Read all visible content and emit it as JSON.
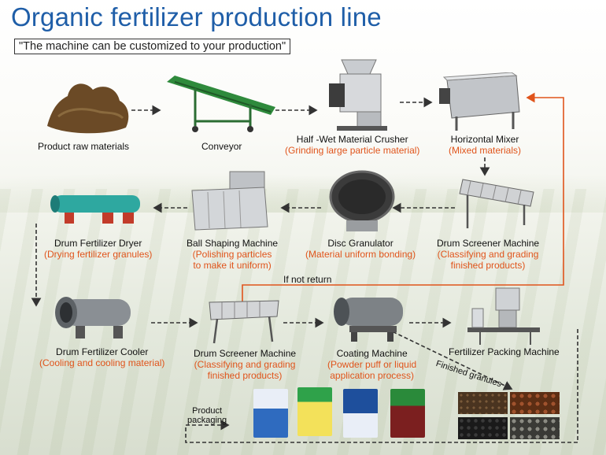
{
  "title": "Organic fertilizer production line",
  "subtitle": "\"The machine can be customized to your production\"",
  "steps": [
    {
      "name": "Product raw materials",
      "desc": ""
    },
    {
      "name": "Conveyor",
      "desc": ""
    },
    {
      "name": "Half -Wet Material Crusher",
      "desc": "(Grinding large particle material)"
    },
    {
      "name": "Horizontal Mixer",
      "desc": "(Mixed materials)"
    },
    {
      "name": "Drum Screener Machine",
      "desc": "(Classifying and grading",
      "desc2": "finished products)"
    },
    {
      "name": "Disc Granulator",
      "desc": "(Material uniform bonding)"
    },
    {
      "name": "Ball Shaping Machine",
      "desc": "(Polishing particles",
      "desc2": "to make it uniform)"
    },
    {
      "name": "Drum Fertilizer Dryer",
      "desc": "(Drying fertilizer granules)"
    },
    {
      "name": "Drum Fertilizer Cooler",
      "desc": "(Cooling and cooling material)"
    },
    {
      "name": "Drum Screener Machine",
      "desc": "(Classifying and grading",
      "desc2": "finished products)"
    },
    {
      "name": "Coating Machine",
      "desc": "(Powder puff or liquid",
      "desc2": "application process)"
    },
    {
      "name": "Fertilizer Packing Machine",
      "desc": ""
    }
  ],
  "notes": {
    "if_not_return": "If not return",
    "finished_granules": "Finished granules",
    "product_packaging_1": "Product",
    "product_packaging_2": "packaging"
  },
  "colors": {
    "title": "#1f5ea8",
    "description": "#e0541b",
    "return_line": "#e0541b",
    "flow_arrow": "#333333"
  },
  "icons": [
    "arrow-right-icon",
    "arrow-left-icon",
    "arrow-down-icon"
  ]
}
